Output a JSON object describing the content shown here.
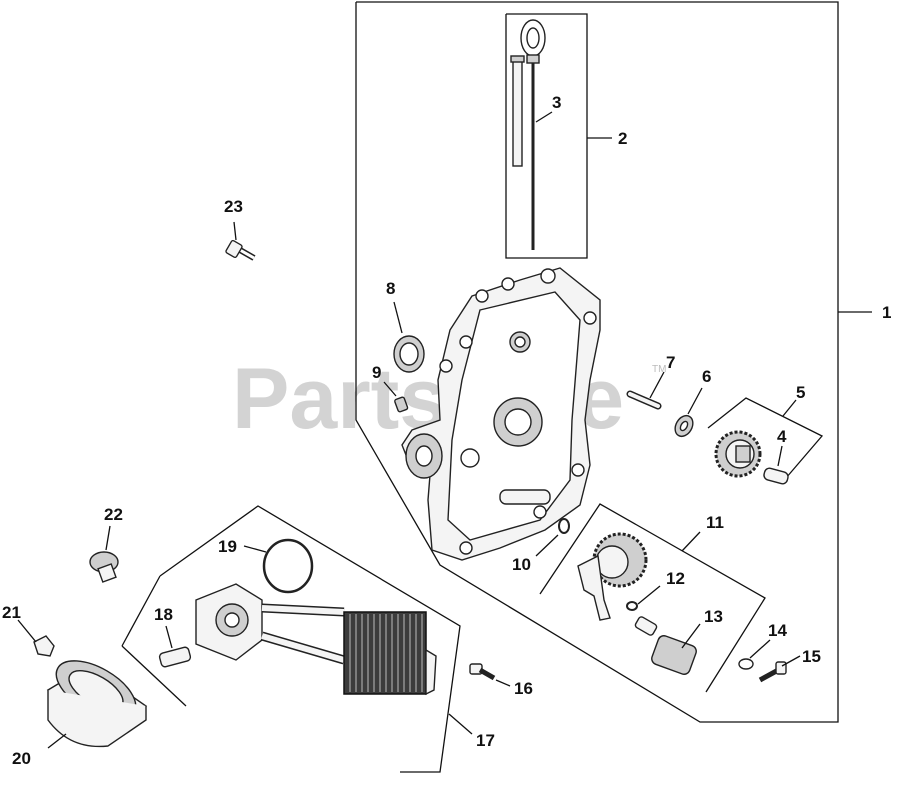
{
  "watermark": {
    "text": "PartsTree",
    "tm": "TM"
  },
  "labels": {
    "l1": "1",
    "l2": "2",
    "l3": "3",
    "l4": "4",
    "l5": "5",
    "l6": "6",
    "l7": "7",
    "l8": "8",
    "l9": "9",
    "l10": "10",
    "l11": "11",
    "l12": "12",
    "l13": "13",
    "l14": "14",
    "l15": "15",
    "l16": "16",
    "l17": "17",
    "l18": "18",
    "l19": "19",
    "l20": "20",
    "l21": "21",
    "l22": "22",
    "l23": "23"
  }
}
